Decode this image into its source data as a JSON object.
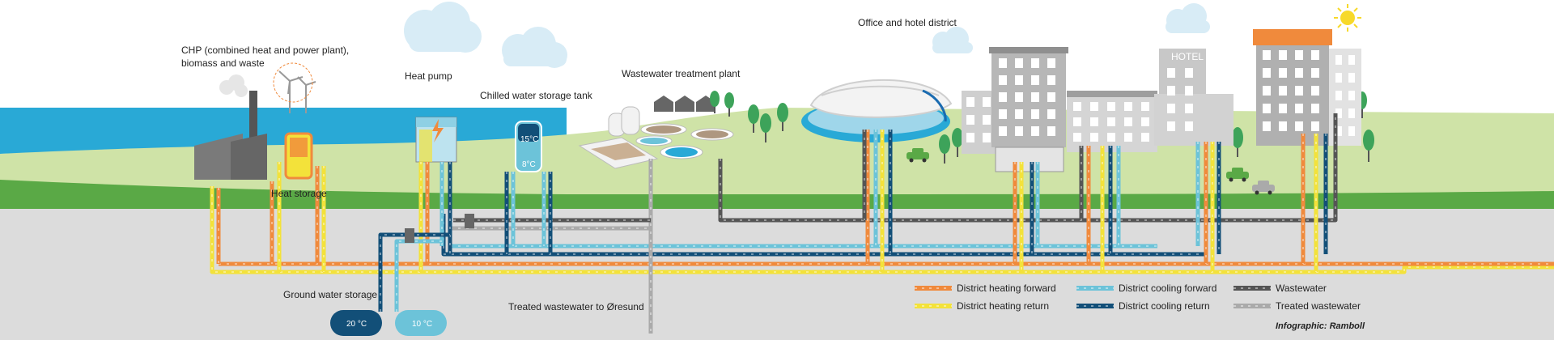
{
  "colors": {
    "sky": "#ffffff",
    "sea": "#29a9d6",
    "grass_light": "#cfe3a7",
    "grass_dark": "#5aa946",
    "ground": "#dcdcdc",
    "heating_forward": "#f08a3c",
    "heating_return": "#f3e23a",
    "cooling_forward": "#6cc3d9",
    "cooling_return": "#124f78",
    "wastewater": "#555555",
    "treated_wastewater": "#aaaaaa"
  },
  "labels": {
    "chp_line1": "CHP (combined heat and power plant),",
    "chp_line2": "biomass and waste",
    "heat_pump": "Heat pump",
    "chilled_tank": "Chilled water storage tank",
    "wastewater_plant": "Wastewater treatment plant",
    "office_district": "Office and hotel district",
    "heat_storage": "Heat storage",
    "ground_water": "Ground water storage",
    "treated_to_oresund": "Treated wastewater to Øresund",
    "hotel_sign": "HOTEL"
  },
  "tanks": {
    "chilled_top": "15°C",
    "chilled_bottom": "8°C",
    "ground_warm": "20 °C",
    "ground_cold": "10 °C"
  },
  "legend": [
    {
      "key": "heating_forward",
      "label": "District heating forward",
      "icon": "orange-pipe-icon"
    },
    {
      "key": "heating_return",
      "label": "District heating return",
      "icon": "yellow-pipe-icon"
    },
    {
      "key": "cooling_forward",
      "label": "District cooling forward",
      "icon": "light-blue-pipe-icon"
    },
    {
      "key": "cooling_return",
      "label": "District cooling return",
      "icon": "dark-blue-pipe-icon"
    },
    {
      "key": "wastewater",
      "label": "Wastewater",
      "icon": "dark-grey-pipe-icon"
    },
    {
      "key": "treated_wastewater",
      "label": "Treated wastewater",
      "icon": "light-grey-pipe-icon"
    }
  ],
  "credit": "Infographic: Ramboll"
}
